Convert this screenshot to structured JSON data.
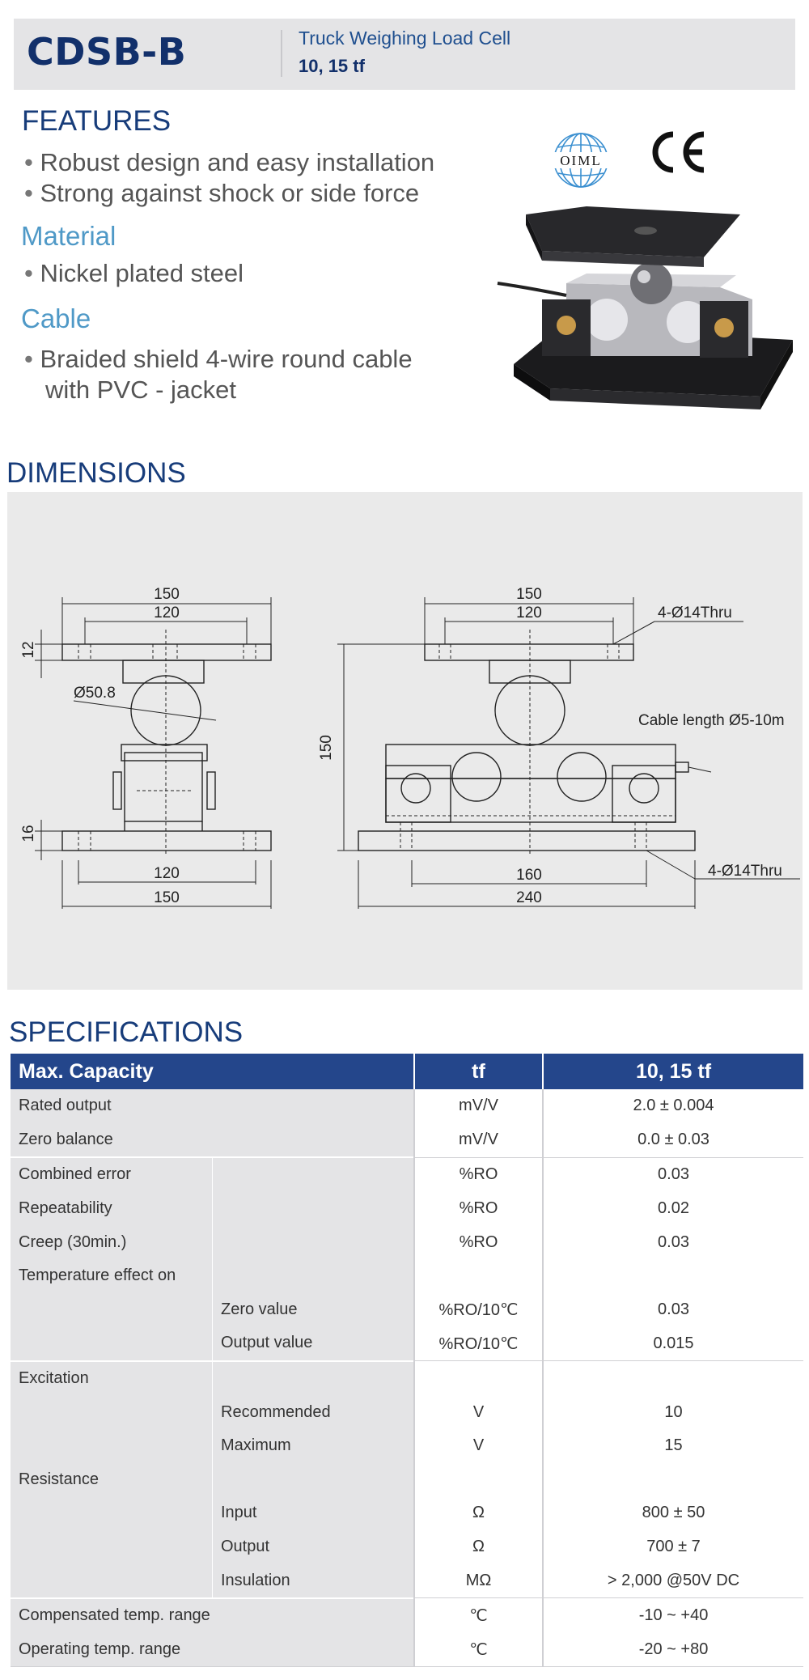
{
  "header": {
    "model": "CDSB-B",
    "subtitle": "Truck Weighing Load Cell",
    "capacity": "10, 15 tf"
  },
  "features": {
    "title": "FEATURES",
    "items": [
      "Robust design and easy installation",
      "Strong against shock or side force"
    ]
  },
  "material": {
    "title": "Material",
    "items": [
      "Nickel plated steel"
    ]
  },
  "cable": {
    "title": "Cable",
    "line1": "Braided shield 4-wire round cable",
    "line2": "with PVC - jacket"
  },
  "logos": {
    "oiml": "OIML",
    "ce": "CE"
  },
  "dimensions": {
    "title": "DIMENSIONS",
    "left": {
      "top_150": "150",
      "top_120": "120",
      "h_12": "12",
      "dia": "Ø50.8",
      "h_16": "16",
      "bot_120": "120",
      "bot_150": "150"
    },
    "right": {
      "top_150": "150",
      "top_120": "120",
      "thru_top": "4-Ø14Thru",
      "cable": "Cable length Ø5-10m",
      "height": "150",
      "bot_160": "160",
      "bot_240": "240",
      "thru_bot": "4-Ø14Thru"
    }
  },
  "specs": {
    "title": "SPECIFICATIONS",
    "head": {
      "c1": "Max. Capacity",
      "c3": "tf",
      "c4": "10, 15 tf"
    },
    "rows": {
      "rated": {
        "label": "Rated output",
        "unit": "mV/V",
        "value": "2.0 ± 0.004"
      },
      "zero": {
        "label": "Zero balance",
        "unit": "mV/V",
        "value": "0.0 ± 0.03"
      },
      "combined": {
        "label": "Combined error",
        "unit": "%RO",
        "value": "0.03"
      },
      "repeat": {
        "label": "Repeatability",
        "unit": "%RO",
        "value": "0.02"
      },
      "creep": {
        "label": "Creep (30min.)",
        "unit": "%RO",
        "value": "0.03"
      },
      "temp": {
        "label": "Temperature effect on"
      },
      "zerov": {
        "label": "Zero value",
        "unit": "%RO/10℃",
        "value": "0.03"
      },
      "outv": {
        "label": "Output  value",
        "unit": "%RO/10℃",
        "value": "0.015"
      },
      "excit": {
        "label": "Excitation"
      },
      "recom": {
        "label": "Recommended",
        "unit": "V",
        "value": "10"
      },
      "maxv": {
        "label": "Maximum",
        "unit": "V",
        "value": "15"
      },
      "resist": {
        "label": "Resistance"
      },
      "input": {
        "label": "Input",
        "unit": "Ω",
        "value": "800 ± 50"
      },
      "output": {
        "label": "Output",
        "unit": "Ω",
        "value": "700 ± 7"
      },
      "insul": {
        "label": "Insulation",
        "unit": "MΩ",
        "value": "> 2,000 @50V DC"
      },
      "comp": {
        "label": "Compensated temp. range",
        "unit": "℃",
        "value": "-10 ~ +40"
      },
      "oper": {
        "label": "Operating temp. range",
        "unit": "℃",
        "value": "-20 ~ +80"
      }
    }
  }
}
